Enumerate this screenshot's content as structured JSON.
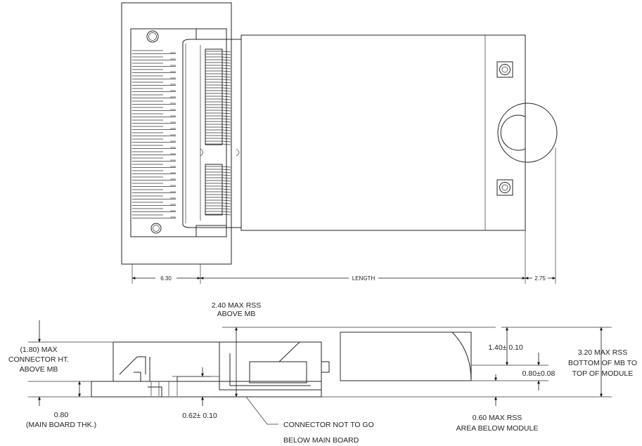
{
  "top_view": {
    "dim_left": "6.30",
    "dim_length": "LENGTH",
    "dim_right": "2.75"
  },
  "side_view": {
    "rss_above_mb": [
      "2.40 MAX RSS",
      "ABOVE MB"
    ],
    "connector_height": [
      "(1.80) MAX",
      "CONNECTOR HT.",
      "ABOVE MB"
    ],
    "board_thickness": [
      "0.80",
      "(MAIN BOARD THK.)"
    ],
    "dim_062": "0.62± 0.10",
    "connector_note": [
      "CONNECTOR NOT TO GO",
      "BELOW MAIN BOARD"
    ],
    "dim_140": "1.40± 0.10",
    "dim_080_008": "0.80±0.08",
    "rss_total": [
      "3.20 MAX RSS",
      "BOTTOM OF MB TO",
      "TOP OF MODULE"
    ],
    "rss_below": [
      "0.60 MAX RSS",
      "AREA BELOW MODULE"
    ]
  }
}
